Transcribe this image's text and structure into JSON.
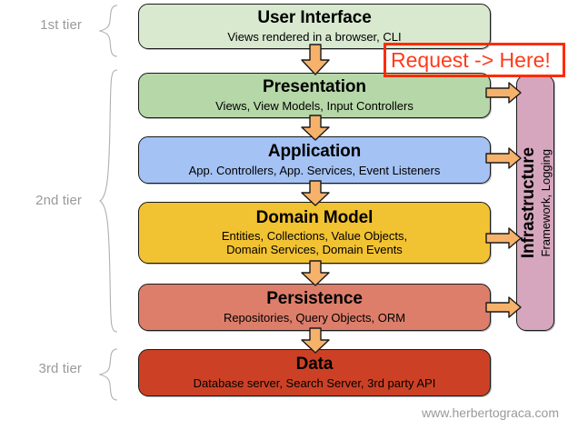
{
  "diagram": {
    "footer": "www.herbertograca.com",
    "colors": {
      "user_interface": "#d8e9d0",
      "presentation": "#b6d7a8",
      "application": "#a4c2f4",
      "domain_model": "#f1c232",
      "persistence": "#dd7e6b",
      "data": "#cc4125",
      "infrastructure": "#d5a6bd",
      "arrow_fill": "#f6b26b",
      "arrow_stroke": "#1a1a1a",
      "annotation": "#ff2a00",
      "tier_label": "#9a9a9a",
      "box_stroke": "#1a1a1a"
    }
  },
  "tiers": [
    {
      "label": "1st tier"
    },
    {
      "label": "2nd tier"
    },
    {
      "label": "3rd tier"
    }
  ],
  "layers": [
    {
      "name": "user-interface",
      "title": "User Interface",
      "subtitle": "Views rendered in a browser, CLI"
    },
    {
      "name": "presentation",
      "title": "Presentation",
      "subtitle": "Views, View Models, Input Controllers"
    },
    {
      "name": "application",
      "title": "Application",
      "subtitle": "App. Controllers, App. Services, Event Listeners"
    },
    {
      "name": "domain-model",
      "title": "Domain Model",
      "subtitle_line1": "Entities, Collections, Value Objects,",
      "subtitle_line2": "Domain Services, Domain Events"
    },
    {
      "name": "persistence",
      "title": "Persistence",
      "subtitle": "Repositories, Query Objects, ORM"
    },
    {
      "name": "data",
      "title": "Data",
      "subtitle": "Database server, Search Server, 3rd party API"
    }
  ],
  "infrastructure": {
    "title": "Infrastructure",
    "subtitle": "Framework, Logging"
  },
  "annotation": {
    "text": "Request -> Here!"
  }
}
